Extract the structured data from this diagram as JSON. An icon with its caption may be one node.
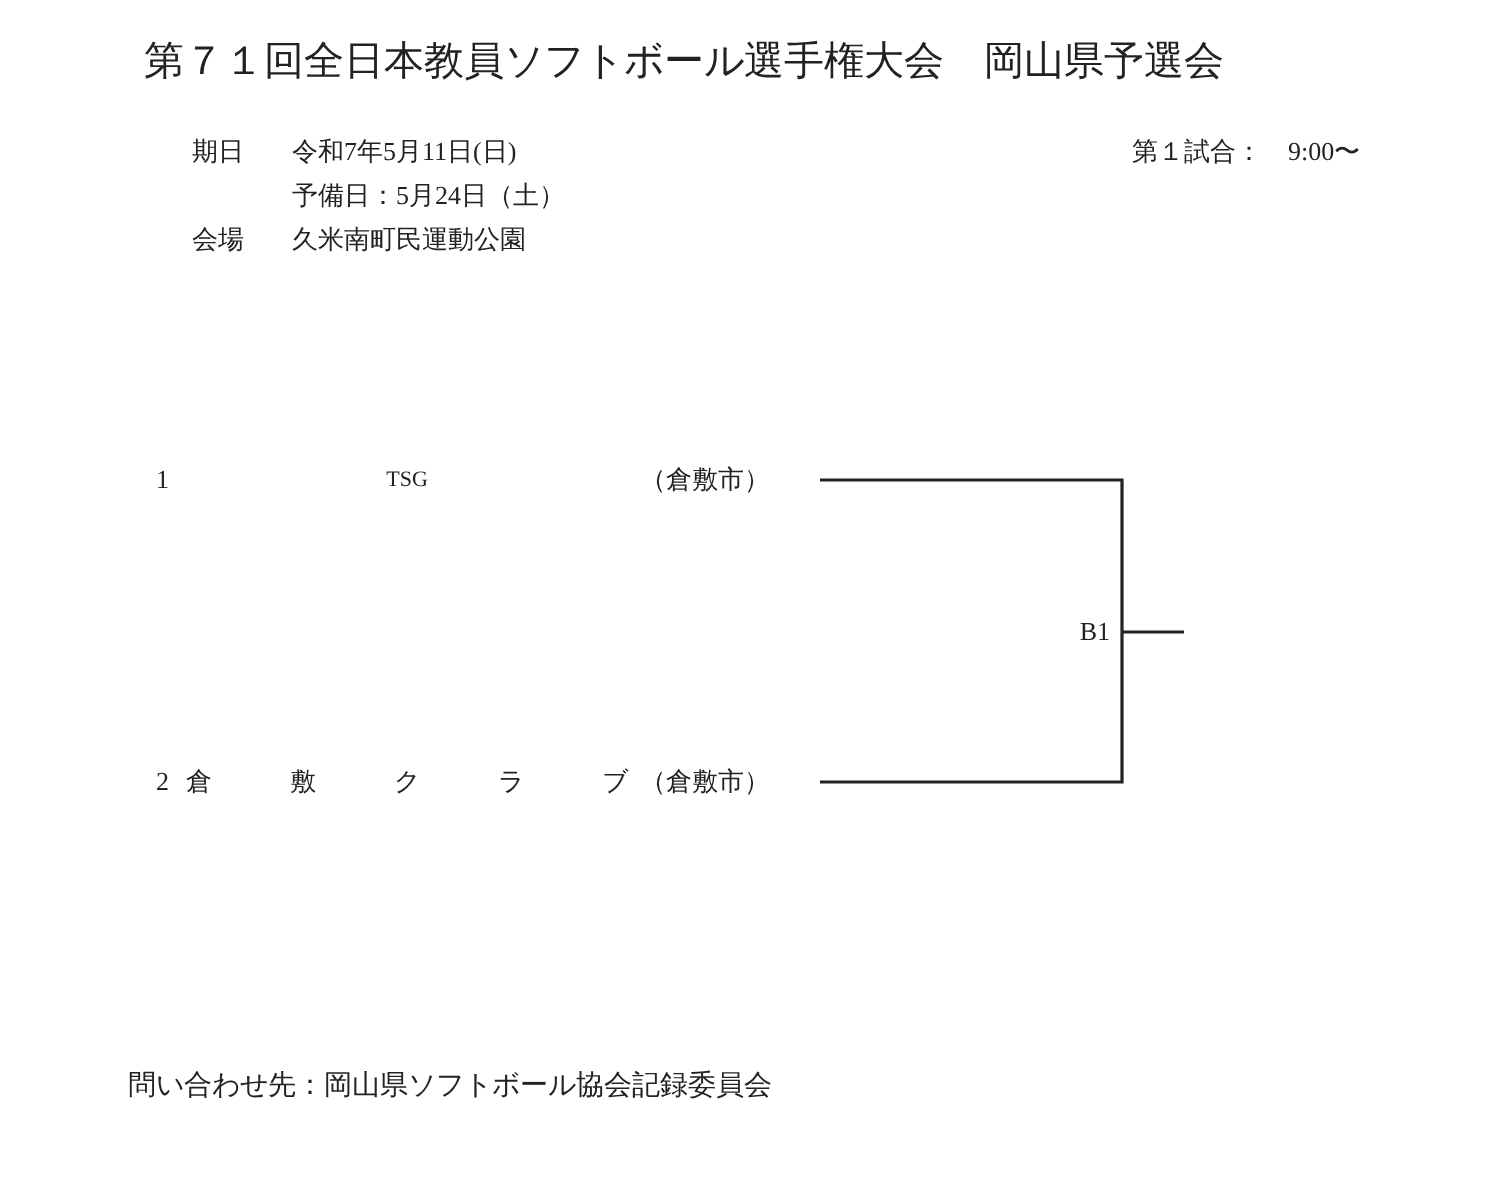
{
  "diagram": {
    "title": "第７１回全日本教員ソフトボール選手権大会　岡山県予選会",
    "nodes": [
      {
        "text": [
          "1",
          "TSG",
          "（倉敷市）"
        ]
      },
      {
        "text": [
          "2",
          "倉敷クラブ",
          "（倉敷市）"
        ]
      },
      {
        "text": [
          "B1"
        ]
      }
    ],
    "edges": [
      {
        "from": 0,
        "to": 2,
        "arrow": "none"
      },
      {
        "from": 1,
        "to": 2,
        "arrow": "none"
      },
      {
        "from": 2,
        "to": null,
        "arrow": "none"
      }
    ],
    "labels": [
      "期日",
      "令和7年5月11日(日)",
      "第１試合：　9:00〜",
      "予備日：5月24日（土）",
      "会場",
      "久米南町民運動公園",
      "問い合わせ先：岡山県ソフトボール協会記録委員会"
    ]
  }
}
